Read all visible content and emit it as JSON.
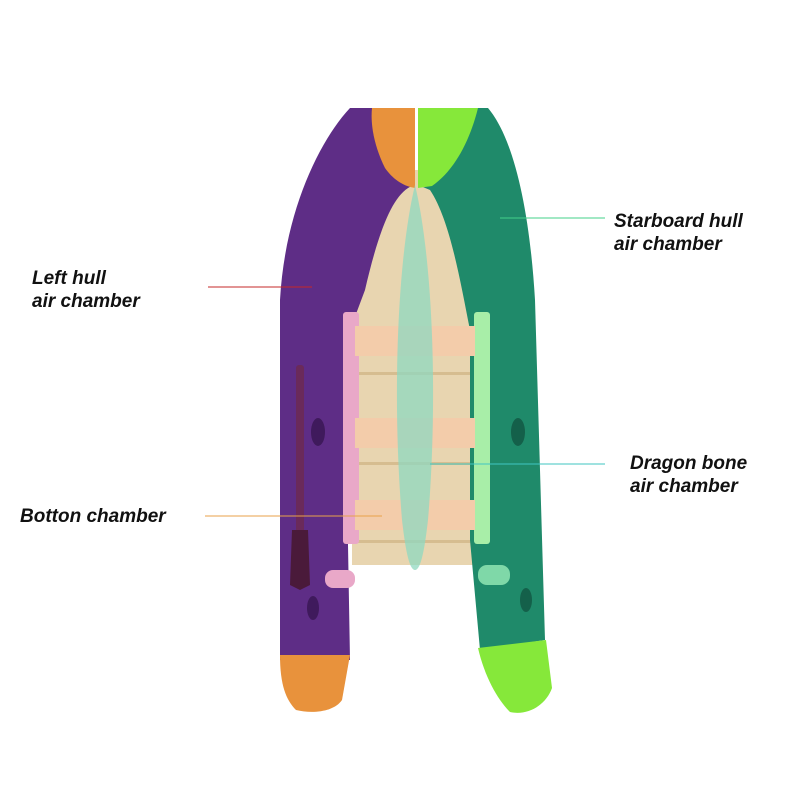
{
  "labels": {
    "left_hull": {
      "line1": "Left hull",
      "line2": "air chamber"
    },
    "starboard_hull": {
      "line1": "Starboard hull",
      "line2": "air chamber"
    },
    "bottom": {
      "line1": "Botton chamber"
    },
    "dragon_bone": {
      "line1": "Dragon bone",
      "line2": "air chamber"
    }
  },
  "colors": {
    "left_hull": "#5e2d86",
    "starboard_hull": "#1f8a6a",
    "left_tip": "#e8923c",
    "starboard_tip": "#86e83a",
    "bottom_floor": "#e8d5b0",
    "dragon_bone": "#8fd8c0",
    "seat_bars": "#f3ccaa",
    "left_rail": "#e9a8c8",
    "right_rail": "#a8eea8",
    "leader_left": "#c62828",
    "leader_starboard": "#43d08a",
    "leader_bottom": "#e8a24a",
    "leader_dragon": "#3fc6c2"
  }
}
